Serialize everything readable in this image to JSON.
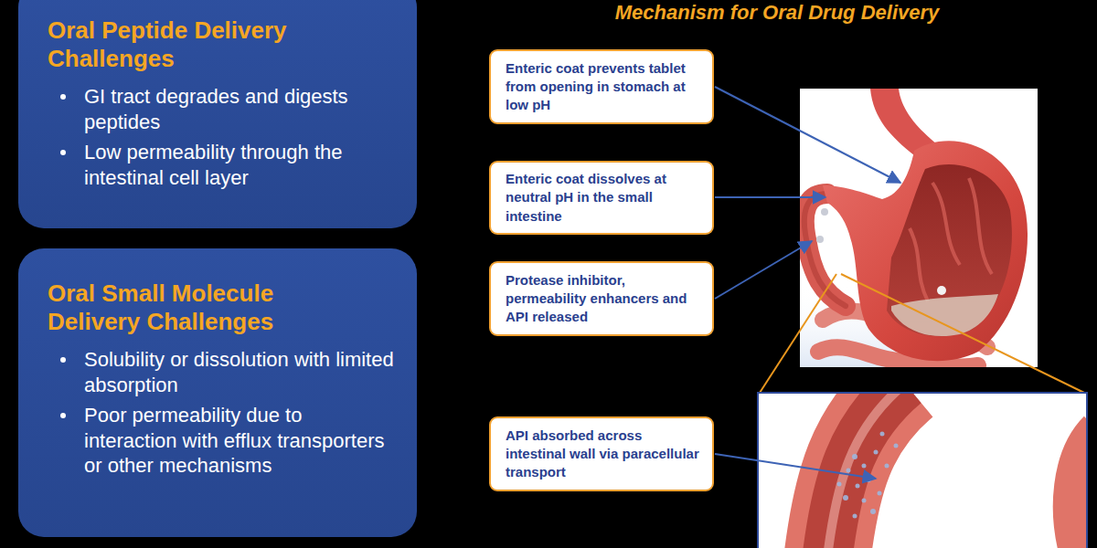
{
  "diagram": {
    "title": "Mechanism for Oral Drug Delivery",
    "nodes": [
      {
        "text": [
          "Oral Peptide Delivery Challenges",
          "GI tract degrades and digests peptides",
          "Low permeability through the intestinal cell layer"
        ]
      },
      {
        "text": [
          "Oral Small Molecule Delivery Challenges",
          "Solubility or dissolution with limited absorption",
          "Poor permeability due to interaction with efflux transporters or other mechanisms"
        ]
      },
      {
        "text": [
          "Enteric coat prevents tablet from opening in stomach at low pH"
        ]
      },
      {
        "text": [
          "Enteric coat dissolves at neutral pH in the small intestine"
        ]
      },
      {
        "text": [
          "Protease inhibitor, permeability enhancers and API released"
        ]
      },
      {
        "text": [
          "API absorbed across intestinal wall via paracellular transport"
        ]
      }
    ]
  }
}
